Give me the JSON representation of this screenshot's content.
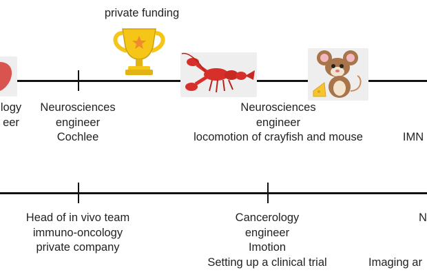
{
  "top_timeline": {
    "entries": [
      {
        "lines": [
          "logy",
          "eer"
        ]
      },
      {
        "lines": [
          "Neurosciences",
          "engineer",
          "Cochlee"
        ]
      },
      {
        "lines": [
          "Neurosciences",
          "engineer",
          "locomotion of crayfish and mouse"
        ]
      },
      {
        "lines": [
          "IMN"
        ]
      }
    ],
    "funding_label": "private funding"
  },
  "bottom_timeline": {
    "entries": [
      {
        "lines": [
          "Head of in vivo team",
          "immuno-oncology",
          "private company"
        ]
      },
      {
        "lines": [
          "Cancerology",
          "engineer",
          "Imotion",
          "Setting up a clinical trial"
        ]
      },
      {
        "lines": [
          "N",
          "Imaging ar"
        ]
      }
    ]
  },
  "icons": {
    "left_partial": "red-organ-icon",
    "trophy": "trophy-icon",
    "crayfish": "crayfish-icon",
    "mouse": "mouse-with-cheese-icon"
  },
  "colors": {
    "line": "#111111",
    "trophy_gold": "#f5c518",
    "trophy_star": "#f08a2c",
    "crayfish_red": "#d7302a",
    "mouse_brown": "#a8744a",
    "cheese": "#f6c431",
    "organ_red": "#d9534f"
  }
}
